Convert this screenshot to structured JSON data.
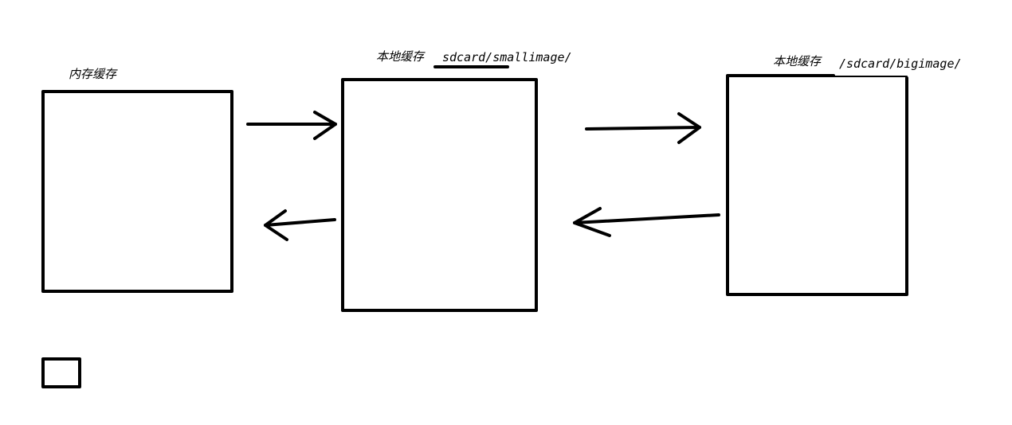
{
  "labels": {
    "memory_cache": "内存缓存",
    "local_cache_small": "本地缓存",
    "small_path": "sdcard/smallimage/",
    "local_cache_big": "本地缓存",
    "big_path": "/sdcard/bigimage/"
  },
  "colors": {
    "stroke": "#000000",
    "background": "#ffffff"
  }
}
